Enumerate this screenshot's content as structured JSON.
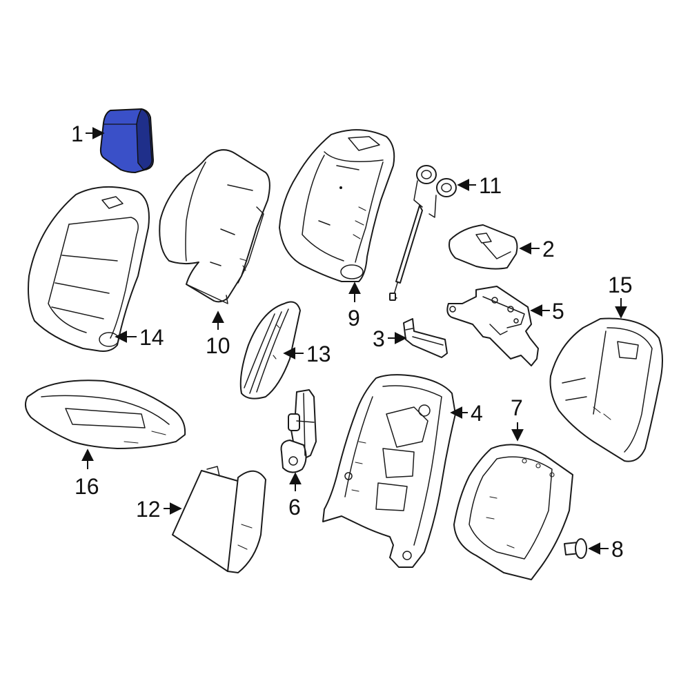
{
  "colors": {
    "highlight": "#3a50c8",
    "highlight_dark": "#1f2f8a",
    "line": "#1a1a1a",
    "background": "#ffffff"
  },
  "callouts": [
    {
      "id": "1",
      "label": "1"
    },
    {
      "id": "2",
      "label": "2"
    },
    {
      "id": "3",
      "label": "3"
    },
    {
      "id": "4",
      "label": "4"
    },
    {
      "id": "5",
      "label": "5"
    },
    {
      "id": "6",
      "label": "6"
    },
    {
      "id": "7",
      "label": "7"
    },
    {
      "id": "8",
      "label": "8"
    },
    {
      "id": "9",
      "label": "9"
    },
    {
      "id": "10",
      "label": "10"
    },
    {
      "id": "11",
      "label": "11"
    },
    {
      "id": "12",
      "label": "12"
    },
    {
      "id": "13",
      "label": "13"
    },
    {
      "id": "14",
      "label": "14"
    },
    {
      "id": "15",
      "label": "15"
    },
    {
      "id": "16",
      "label": "16"
    }
  ],
  "highlighted_part": "1"
}
